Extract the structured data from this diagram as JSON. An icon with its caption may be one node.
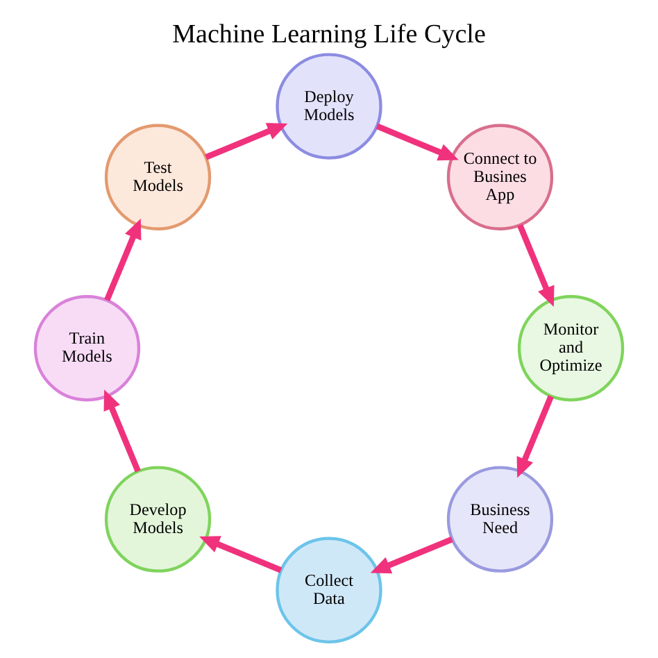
{
  "diagram": {
    "title": "Machine Learning Life Cycle",
    "nodes": [
      {
        "text": [
          "Business Need"
        ]
      },
      {
        "text": [
          "Collect Data"
        ]
      },
      {
        "text": [
          "Develop Models"
        ]
      },
      {
        "text": [
          "Train Models"
        ]
      },
      {
        "text": [
          "Test Models"
        ]
      },
      {
        "text": [
          "Deploy Models"
        ]
      },
      {
        "text": [
          "Connect to Busines App"
        ]
      },
      {
        "text": [
          "Monitor and Optimize"
        ]
      }
    ],
    "edges": [
      {
        "from": 0,
        "to": 1,
        "arrow": "to"
      },
      {
        "from": 1,
        "to": 2,
        "arrow": "to"
      },
      {
        "from": 2,
        "to": 3,
        "arrow": "to"
      },
      {
        "from": 3,
        "to": 4,
        "arrow": "to"
      },
      {
        "from": 4,
        "to": 5,
        "arrow": "to"
      },
      {
        "from": 5,
        "to": 6,
        "arrow": "to"
      },
      {
        "from": 6,
        "to": 7,
        "arrow": "to"
      },
      {
        "from": 7,
        "to": 0,
        "arrow": "to"
      }
    ]
  }
}
